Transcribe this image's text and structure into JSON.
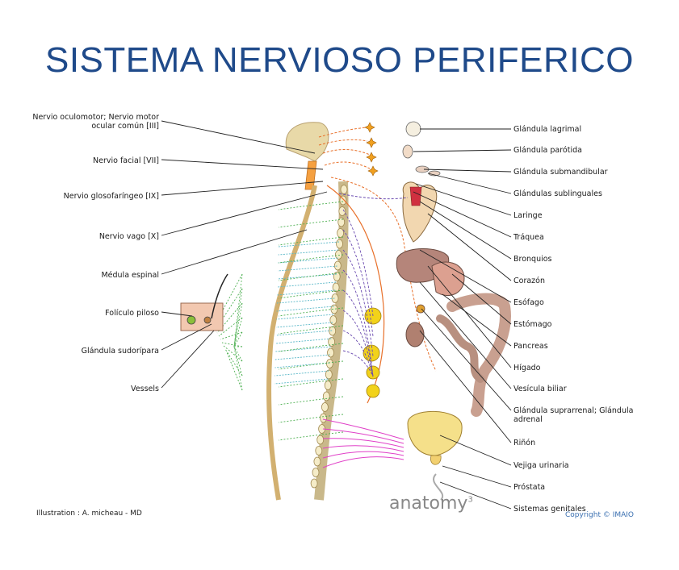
{
  "title": "SISTEMA NERVIOSO PERIFERICO",
  "left_labels": [
    {
      "id": "oculomotor",
      "lines": [
        "Nervio oculomotor; Nervio motor",
        "ocular común [III]"
      ]
    },
    {
      "id": "facial",
      "lines": [
        "Nervio facial [VII]"
      ]
    },
    {
      "id": "glosofaringeo",
      "lines": [
        "Nervio glosofaríngeo [IX]"
      ]
    },
    {
      "id": "vago",
      "lines": [
        "Nervio vago [X]"
      ]
    },
    {
      "id": "medula",
      "lines": [
        "Médula espinal"
      ]
    },
    {
      "id": "foliculo",
      "lines": [
        "Folículo piloso"
      ]
    },
    {
      "id": "sudoripara",
      "lines": [
        "Glándula sudorípara"
      ]
    },
    {
      "id": "vessels",
      "lines": [
        "Vessels"
      ]
    }
  ],
  "right_labels": [
    {
      "id": "lagrimal",
      "lines": [
        "Glándula lagrimal"
      ]
    },
    {
      "id": "parotida",
      "lines": [
        "Glándula parótida"
      ]
    },
    {
      "id": "submandibular",
      "lines": [
        "Glándula submandibular"
      ]
    },
    {
      "id": "sublinguales",
      "lines": [
        "Glándulas sublinguales"
      ]
    },
    {
      "id": "laringe",
      "lines": [
        "Laringe"
      ]
    },
    {
      "id": "traquea",
      "lines": [
        "Tráquea"
      ]
    },
    {
      "id": "bronquios",
      "lines": [
        "Bronquios"
      ]
    },
    {
      "id": "corazon",
      "lines": [
        "Corazón"
      ]
    },
    {
      "id": "esofago",
      "lines": [
        "Esófago"
      ]
    },
    {
      "id": "estomago",
      "lines": [
        "Estómago"
      ]
    },
    {
      "id": "pancreas",
      "lines": [
        "Pancreas"
      ]
    },
    {
      "id": "higado",
      "lines": [
        "Hígado"
      ]
    },
    {
      "id": "vesicula",
      "lines": [
        "Vesícula biliar"
      ]
    },
    {
      "id": "suprarrenal",
      "lines": [
        "Glándula suprarrenal; Glándula",
        "adrenal"
      ]
    },
    {
      "id": "rinon",
      "lines": [
        "Riñón"
      ]
    },
    {
      "id": "vejiga",
      "lines": [
        "Vejiga urinaria"
      ]
    },
    {
      "id": "prostata",
      "lines": [
        "Próstata"
      ]
    },
    {
      "id": "genitales",
      "lines": [
        "Sistemas genitales"
      ]
    }
  ],
  "credits": {
    "illustration": "Illustration : A. micheau - MD",
    "logo": "anatomy",
    "logo_superscript": "3",
    "copyright": "Copyright © IMAIO"
  },
  "colors": {
    "title": "#1f4a8a",
    "parasympathetic": "#e8702a",
    "sympathetic": "#6a4ab0",
    "green_nerves": "#4caf50",
    "cyan_nerves": "#5bb8c8",
    "magenta_nerves": "#e040c8",
    "spine": "#e8d9a8",
    "ganglion": "#f2d21a",
    "organ_brown": "#b5857a"
  }
}
